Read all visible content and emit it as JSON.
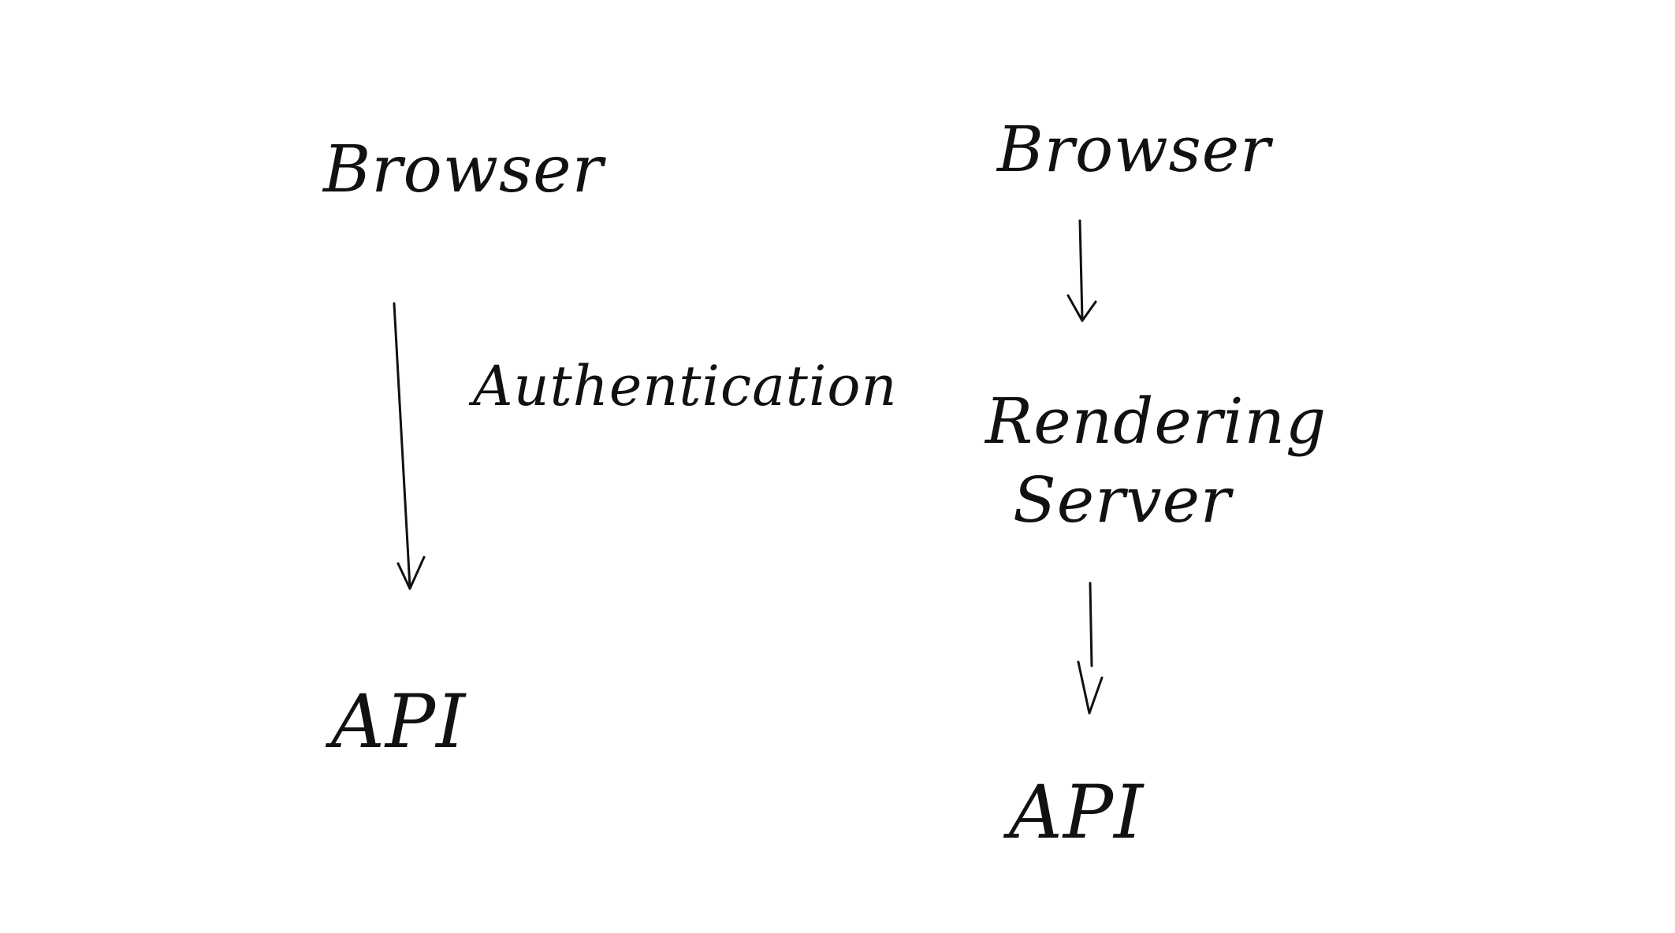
{
  "diagram": {
    "left_flow": {
      "top_node": "Browser",
      "edge_label": "Authentication",
      "bottom_node": "API"
    },
    "right_flow": {
      "top_node": "Browser",
      "middle_node_line1": "Rendering",
      "middle_node_line2": "Server",
      "bottom_node": "API"
    },
    "ink_color": "#111111",
    "background_color": "#ffffff"
  }
}
